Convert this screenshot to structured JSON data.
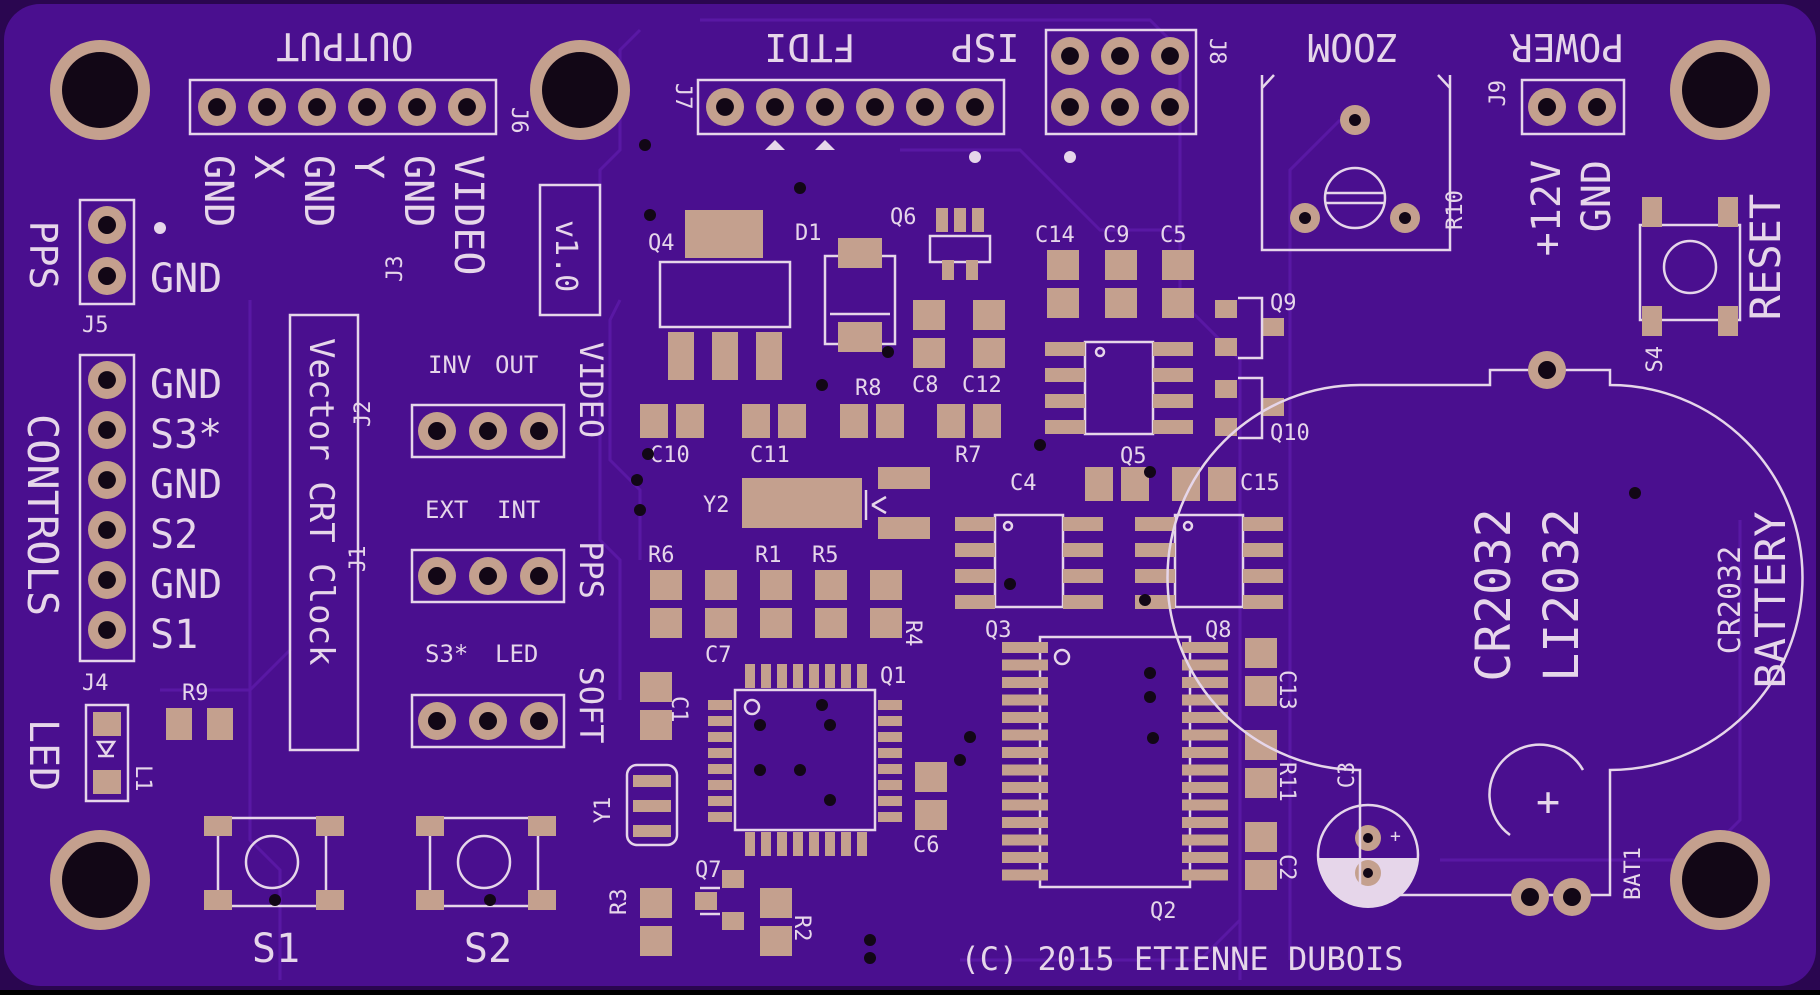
{
  "board": {
    "colors": {
      "substrate": "#4a0f8f",
      "silk": "#e6d6ea",
      "pad": "#c4a08e",
      "hole": "#120716"
    },
    "title": "Vector CRT Clock",
    "version": "v1.0",
    "copyright": "(C) 2015 ETIENNE DUBOIS"
  },
  "headers": {
    "output": {
      "title": "OUTPUT",
      "ref": "J6",
      "pins": [
        "GND",
        "X",
        "GND",
        "Y",
        "GND",
        "VIDEO"
      ]
    },
    "ftdi": {
      "title": "FTDI",
      "ref": "J7"
    },
    "isp": {
      "title": "ISP",
      "ref": "J8"
    },
    "zoom": {
      "title": "ZOOM",
      "ref": "R10"
    },
    "power": {
      "title": "POWER",
      "ref": "J9",
      "pins": [
        "+12V",
        "GND"
      ]
    },
    "pps": {
      "title": "PPS",
      "ref": "J5",
      "pin": "GND"
    },
    "controls": {
      "title": "CONTROLS",
      "ref": "J4",
      "pins": [
        "GND",
        "S3*",
        "GND",
        "S2",
        "GND",
        "S1"
      ]
    },
    "led": {
      "title": "LED",
      "ref": "L1"
    },
    "reset": {
      "title": "RESET",
      "ref": "S4"
    },
    "battery": {
      "title": "BATTERY",
      "type": "CR2032",
      "ref": "BAT1",
      "models": [
        "CR2032",
        "LI2032"
      ],
      "plus": "+"
    }
  },
  "jumpers": {
    "j3": {
      "ref": "J3",
      "side": "VIDEO",
      "labels": [
        "INV",
        "OUT"
      ]
    },
    "j2": {
      "ref": "J2",
      "side": "PPS",
      "labels": [
        "EXT",
        "INT"
      ]
    },
    "j1": {
      "ref": "J1",
      "side": "SOFT",
      "labels": [
        "S3*",
        "LED"
      ]
    }
  },
  "buttons": {
    "s1": "S1",
    "s2": "S2"
  },
  "parts": {
    "Q1": "Q1",
    "Q2": "Q2",
    "Q3": "Q3",
    "Q4": "Q4",
    "Q5": "Q5",
    "Q6": "Q6",
    "Q7": "Q7",
    "Q8": "Q8",
    "Q9": "Q9",
    "Q10": "Q10",
    "D1": "D1",
    "Y1": "Y1",
    "Y2": "Y2",
    "C1": "C1",
    "C2": "C2",
    "C3": "C3",
    "C4": "C4",
    "C5": "C5",
    "C6": "C6",
    "C7": "C7",
    "C8": "C8",
    "C9": "C9",
    "C10": "C10",
    "C11": "C11",
    "C12": "C12",
    "C13": "C13",
    "C14": "C14",
    "C15": "C15",
    "R1": "R1",
    "R2": "R2",
    "R3": "R3",
    "R4": "R4",
    "R5": "R5",
    "R6": "R6",
    "R7": "R7",
    "R8": "R8",
    "R9": "R9",
    "R11": "R11"
  }
}
